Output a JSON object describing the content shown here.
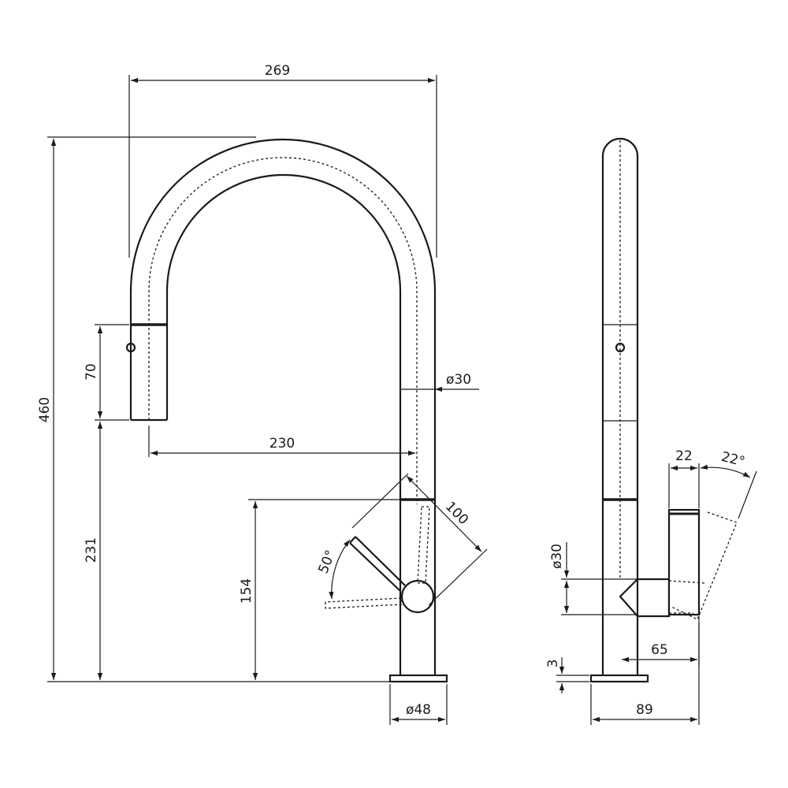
{
  "front_view": {
    "overall_width": "269",
    "overall_height": "460",
    "head_length": "70",
    "outlet_height": "231",
    "spout_reach": "230",
    "spout_diameter": "ø30",
    "lever_height": "154",
    "lever_length": "100",
    "lever_angle": "50°",
    "base_diameter": "ø48"
  },
  "side_view": {
    "lever_width": "22",
    "lever_angle": "22°",
    "handle_diameter": "ø30",
    "handle_projection": "65",
    "base_thickness": "3",
    "base_depth": "89"
  }
}
